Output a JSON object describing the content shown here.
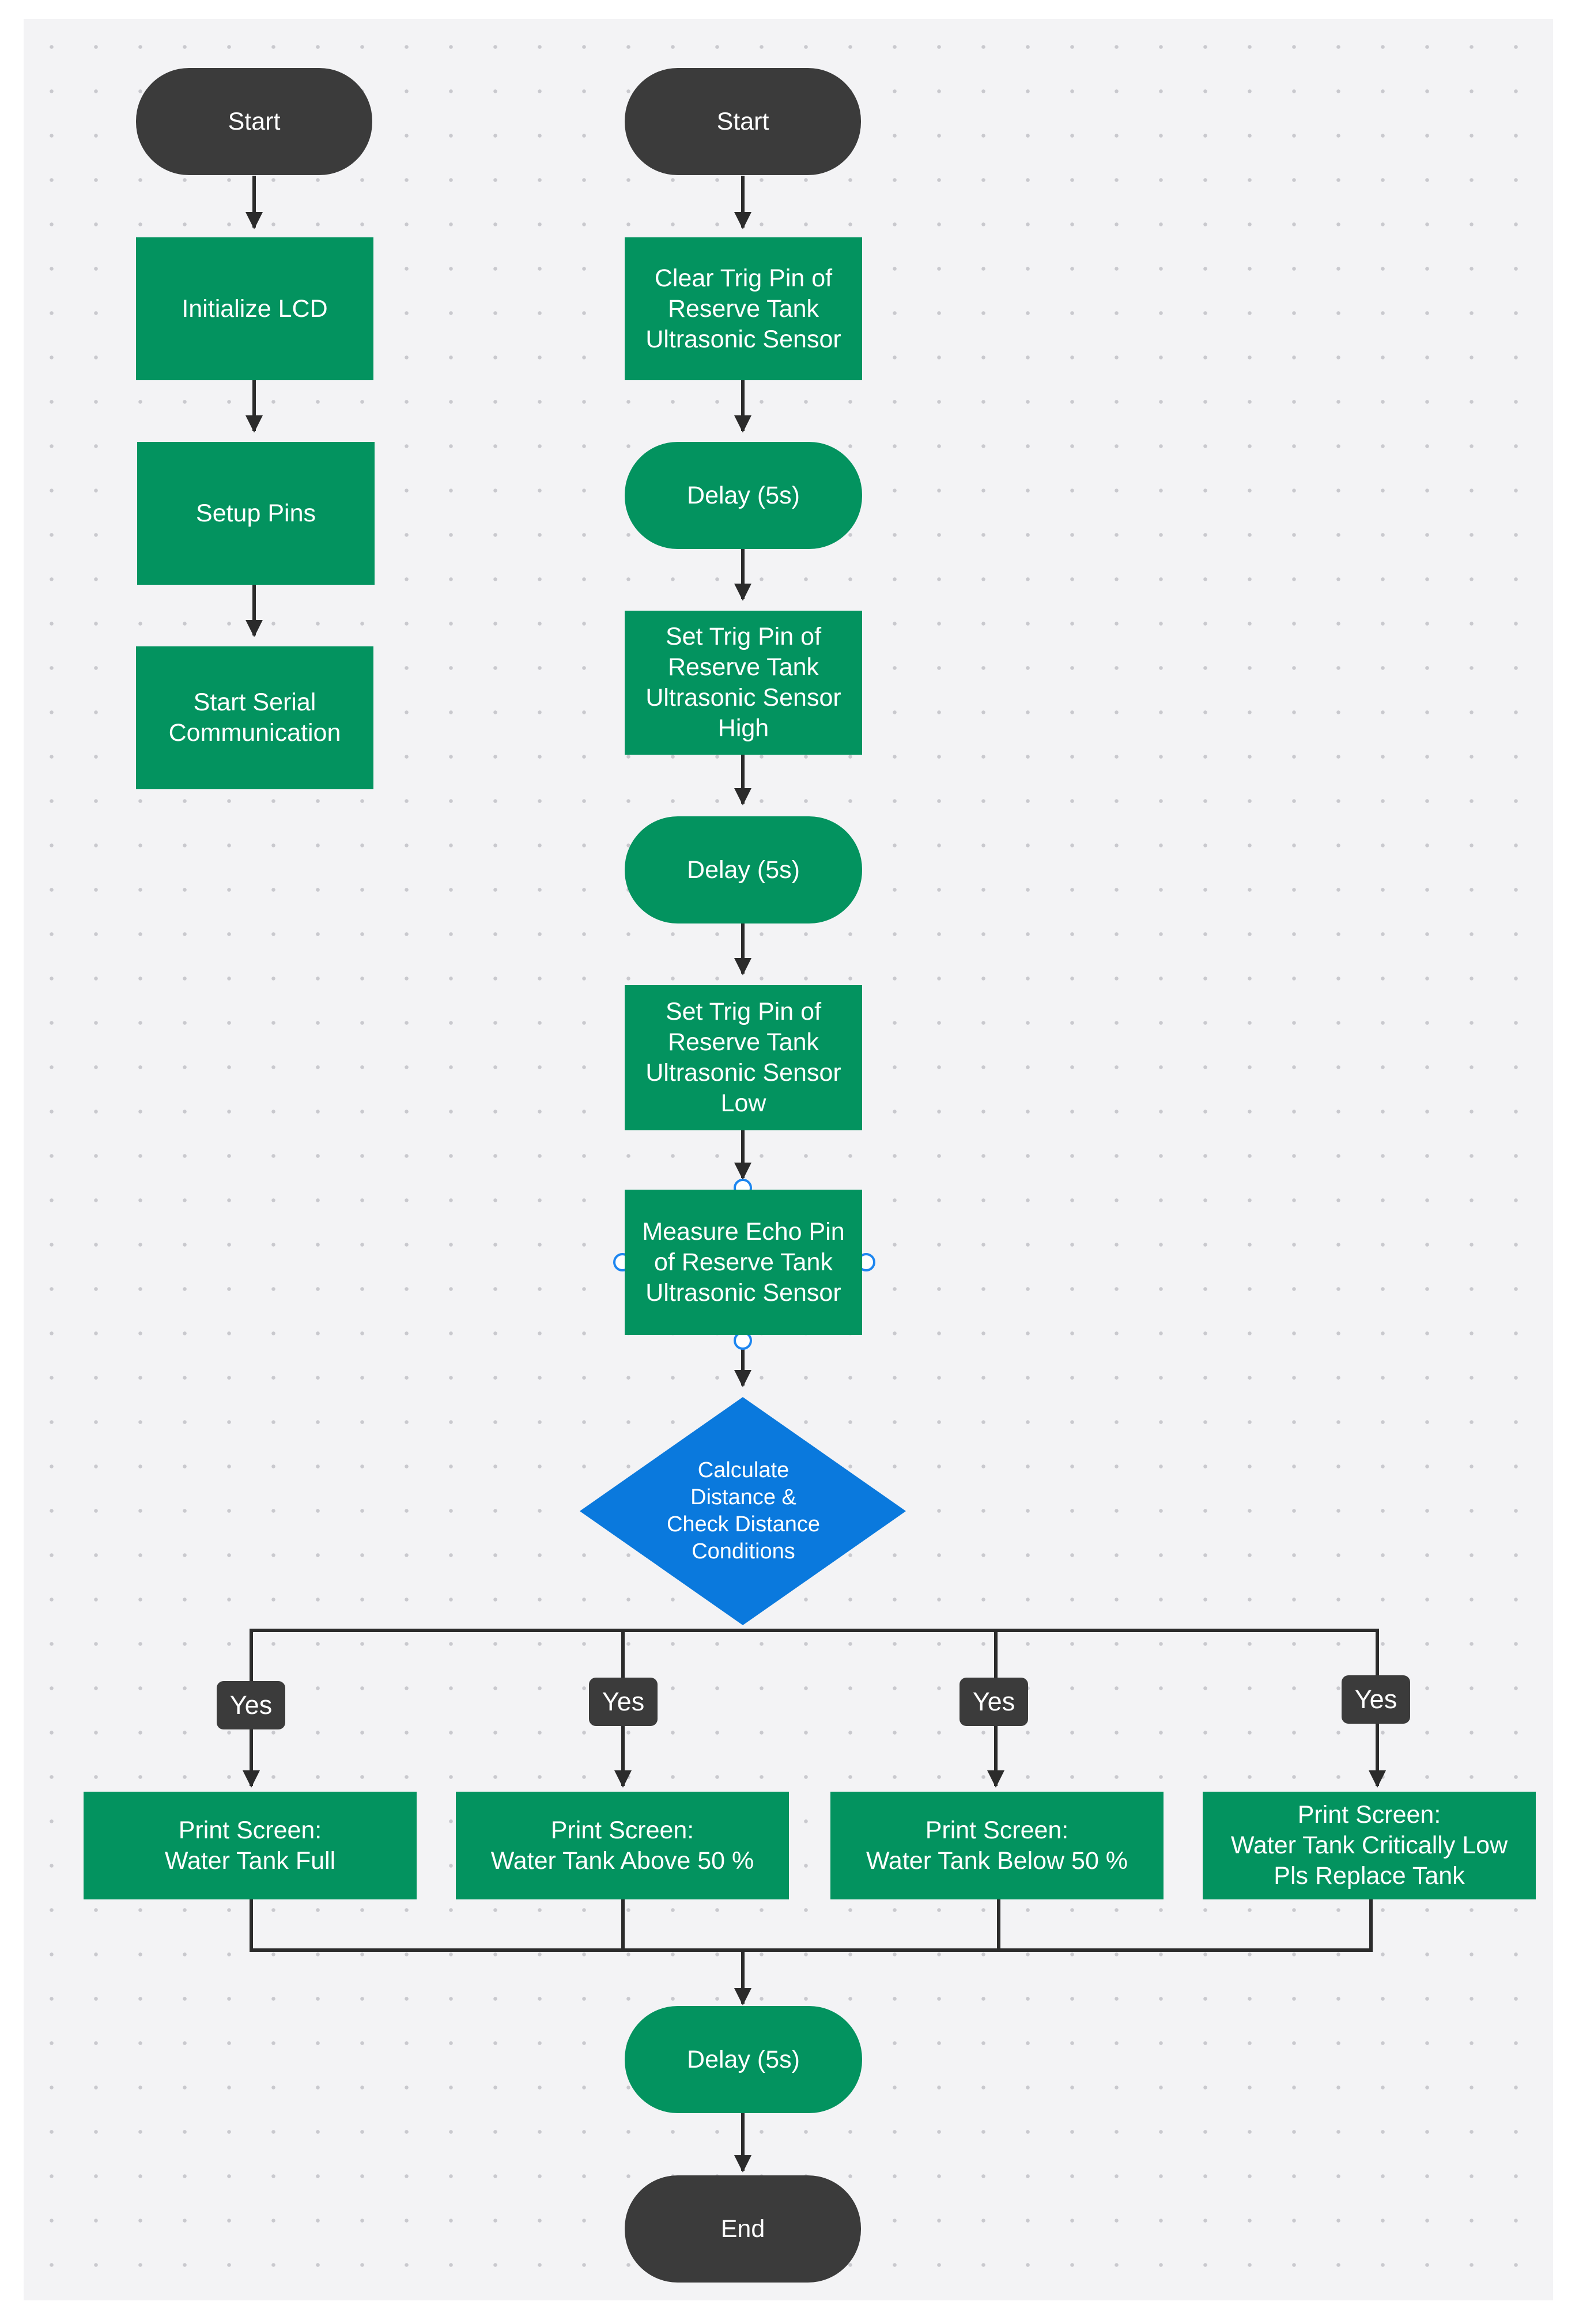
{
  "flowchart": {
    "left": {
      "start": "Start",
      "init_lcd": "Initialize LCD",
      "setup_pins": "Setup Pins",
      "serial": "Start Serial\nCommunication"
    },
    "main": {
      "start": "Start",
      "clear_trig": "Clear Trig Pin of\nReserve Tank\nUltrasonic Sensor",
      "delay_1": "Delay (5s)",
      "set_trig_high": "Set Trig Pin of\nReserve Tank\nUltrasonic Sensor\nHigh",
      "delay_2": "Delay (5s)",
      "set_trig_low": "Set Trig Pin of\nReserve Tank\nUltrasonic Sensor\nLow",
      "measure_echo": "Measure Echo Pin\nof Reserve Tank\nUltrasonic Sensor",
      "decision": "Calculate\nDistance &\nCheck Distance\nConditions",
      "delay_3": "Delay (5s)",
      "end": "End"
    },
    "branches": [
      {
        "tag": "Yes",
        "output": "Print Screen:\nWater Tank Full"
      },
      {
        "tag": "Yes",
        "output": "Print Screen:\nWater Tank Above 50 %"
      },
      {
        "tag": "Yes",
        "output": "Print Screen:\nWater Tank Below 50 %"
      },
      {
        "tag": "Yes",
        "output": "Print Screen:\nWater Tank Critically Low\nPls Replace Tank"
      }
    ]
  },
  "colors": {
    "process_green": "#03935f",
    "terminal_dark": "#3b3b3b",
    "decision_blue": "#0a79dd",
    "connector": "#2b2b2b",
    "canvas": "#f3f3f5",
    "selection_handle": "#1d86f0"
  }
}
